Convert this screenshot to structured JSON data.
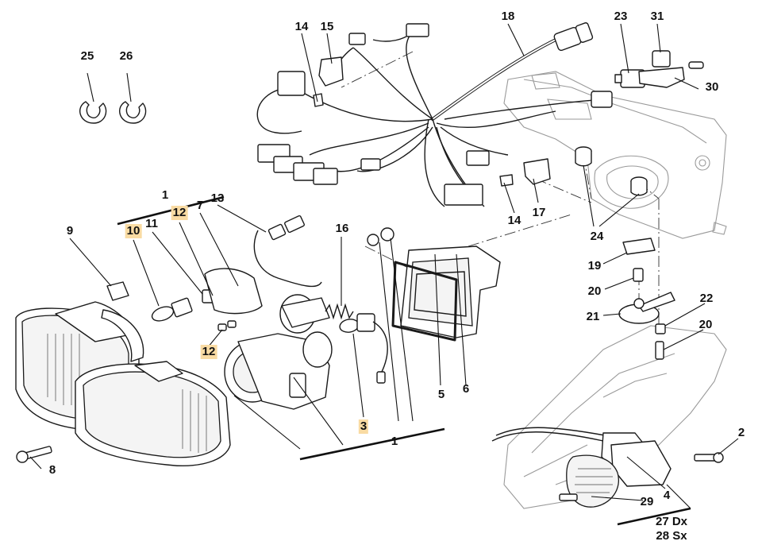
{
  "callouts": {
    "c1_top": "1",
    "c1_bottom": "1",
    "c2": "2",
    "c3": "3",
    "c4": "4",
    "c5": "5",
    "c6": "6",
    "c7": "7",
    "c8": "8",
    "c9": "9",
    "c10": "10",
    "c11": "11",
    "c12_top": "12",
    "c12_bottom": "12",
    "c13": "13",
    "c14_top": "14",
    "c14_mid": "14",
    "c15": "15",
    "c16": "16",
    "c17": "17",
    "c18": "18",
    "c19": "19",
    "c20_left": "20",
    "c20_right": "20",
    "c21": "21",
    "c22": "22",
    "c23": "23",
    "c24": "24",
    "c25": "25",
    "c26": "26",
    "c27": "27 Dx",
    "c28": "28 Sx",
    "c29": "29",
    "c30": "30",
    "c31": "31"
  },
  "highlight_color": "#f9dba3"
}
